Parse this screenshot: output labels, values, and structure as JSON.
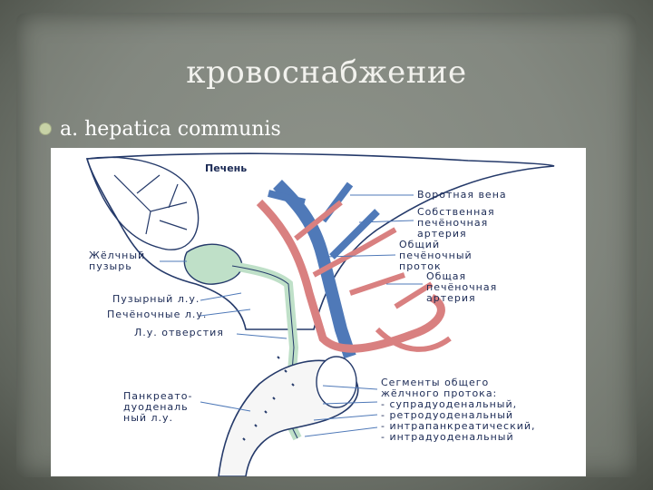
{
  "slide": {
    "title": "кровоснабжение",
    "bullet": "a. hepatica communis"
  },
  "figure": {
    "labels": {
      "liver": "Печень",
      "portal_vein": "Воротная вена",
      "proper_hepatic_artery_1": "Собственная",
      "proper_hepatic_artery_2": "печёночная",
      "proper_hepatic_artery_3": "артерия",
      "gallbladder_1": "Жёлчный",
      "gallbladder_2": "пузырь",
      "common_hepatic_duct_1": "Общий",
      "common_hepatic_duct_2": "печёночный",
      "common_hepatic_duct_3": "проток",
      "common_hepatic_artery_1": "Общая",
      "common_hepatic_artery_2": "печёночная",
      "common_hepatic_artery_3": "артерия",
      "cystic_node": "Пузырный л.у.",
      "hepatic_nodes": "Печёночные л.у.",
      "foramen_node": "Л.у. отверстия",
      "pancreatoduodenal_1": "Панкреато-",
      "pancreatoduodenal_2": "дуоденаль",
      "pancreatoduodenal_3": "ный л.у.",
      "segments_1": "Сегменты общего",
      "segments_2": "жёлчного протока:",
      "segment_a": "- супрадуоденальный,",
      "segment_b": "- ретродуоденальный",
      "segment_c": "- интрапанкреатический,",
      "segment_d": "- интрадуоденальный"
    }
  },
  "colors": {
    "vein": "#4f79b8",
    "artery": "#d98080",
    "duct": "#bfe0c8",
    "outline": "#253a6a"
  }
}
